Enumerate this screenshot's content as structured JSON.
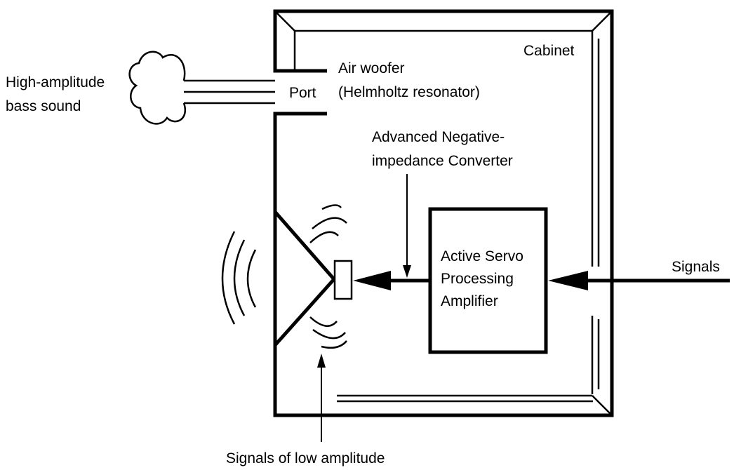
{
  "labels": {
    "cabinet": "Cabinet",
    "air_woofer_line1": "Air woofer",
    "air_woofer_line2": "(Helmholtz resonator)",
    "port": "Port",
    "bass_sound_line1": "High-amplitude",
    "bass_sound_line2": "bass sound",
    "converter_line1": "Advanced Negative-",
    "converter_line2": "impedance Converter",
    "amplifier_line1": "Active Servo",
    "amplifier_line2": "Processing",
    "amplifier_line3": "Amplifier",
    "signals": "Signals",
    "low_amplitude": "Signals of low amplitude"
  },
  "colors": {
    "stroke": "#000000",
    "background": "#ffffff"
  }
}
